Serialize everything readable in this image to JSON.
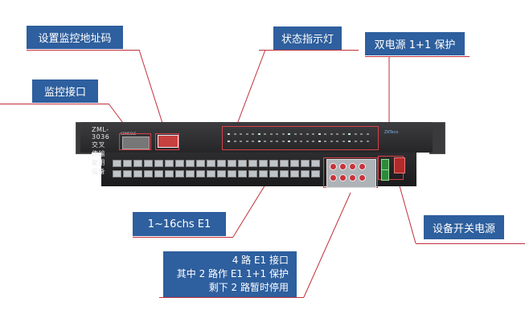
{
  "callouts": {
    "address_code": "设置监控地址码",
    "monitor_port": "监控接口",
    "status_leds": "状态指示灯",
    "dual_power": "双电源 1+1 保护",
    "e1_channels": "1~16chs E1",
    "e1_interface_line1": "4 路 E1 接口",
    "e1_interface_line2": "其中 2 路作 E1 1+1 保护",
    "e1_interface_line3": "剩下 2 路暂时停用",
    "power_switch": "设备开关电源"
  },
  "device": {
    "model_text": "ZML-3036 交叉传输复用设备",
    "console_label": "CONSOLE",
    "logo_text": "ZKTeco",
    "accent_color": "#2e5f9e",
    "line_color": "#c0303a"
  }
}
